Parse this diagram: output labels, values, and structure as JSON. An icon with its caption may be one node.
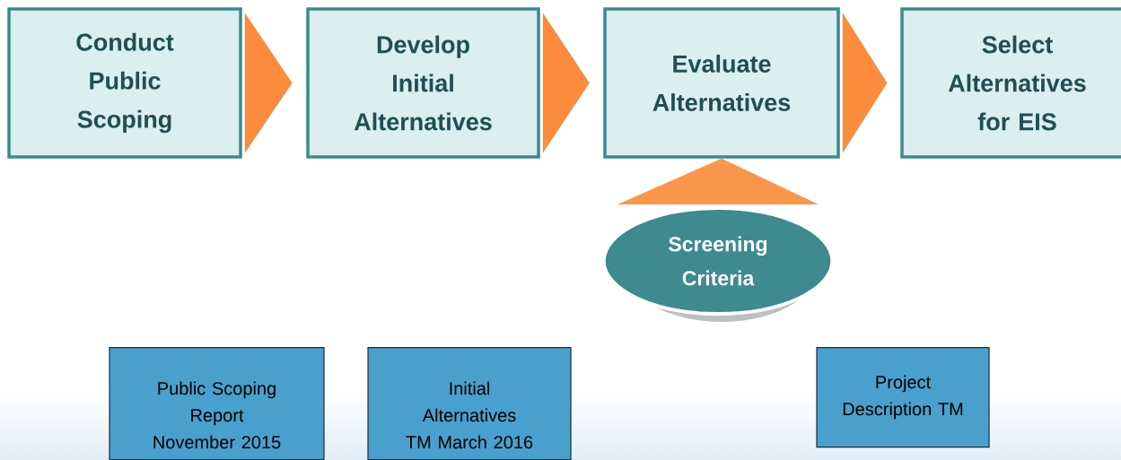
{
  "diagram": {
    "nodes": [
      {
        "text": [
          "Conduct Public Scoping"
        ]
      },
      {
        "text": [
          "Develop Initial Alternatives"
        ]
      },
      {
        "text": [
          "Evaluate Alternatives"
        ]
      },
      {
        "text": [
          "Select Alternatives for EIS"
        ]
      },
      {
        "text": [
          "Screening Criteria"
        ]
      },
      {
        "text": [
          "Public Scoping Report November 2015"
        ]
      },
      {
        "text": [
          "Initial Alternatives TM March 2016"
        ]
      },
      {
        "text": [
          "Project Description TM"
        ]
      }
    ],
    "edges": [
      {
        "from": 0,
        "to": 1,
        "arrow": "to"
      },
      {
        "from": 1,
        "to": 2,
        "arrow": "to"
      },
      {
        "from": 2,
        "to": 3,
        "arrow": "to"
      },
      {
        "from": 4,
        "to": 2,
        "arrow": "to"
      }
    ]
  }
}
